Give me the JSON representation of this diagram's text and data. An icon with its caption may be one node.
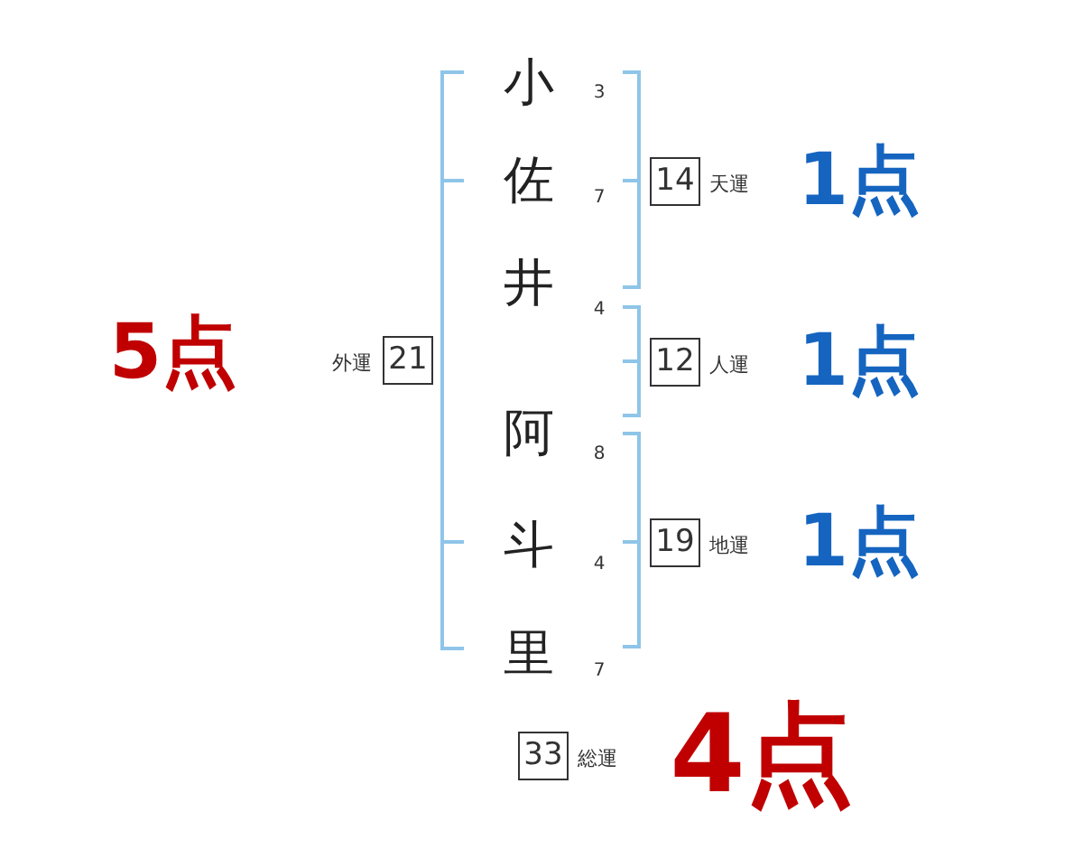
{
  "diagram": {
    "nodes": [
      {
        "text": [
          "14"
        ],
        "beside": [
          "天運"
        ]
      },
      {
        "text": [
          "21"
        ],
        "beside": [
          "外運"
        ]
      },
      {
        "text": [
          "12"
        ],
        "beside": [
          "人運"
        ]
      },
      {
        "text": [
          "19"
        ],
        "beside": [
          "地運"
        ]
      },
      {
        "text": [
          "33"
        ],
        "beside": [
          "総運"
        ]
      }
    ],
    "labels": [
      "小",
      "3",
      "佐",
      "7",
      "1点",
      "井",
      "4",
      "5点",
      "1点",
      "阿",
      "8",
      "斗",
      "4",
      "1点",
      "里",
      "7",
      "4点"
    ]
  }
}
